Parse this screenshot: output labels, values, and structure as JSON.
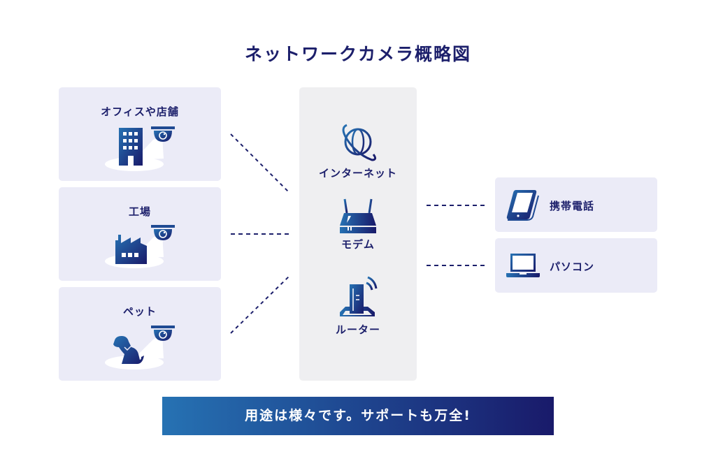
{
  "title": "ネットワークカメラ概略図",
  "colors": {
    "navy": "#1c1f6b",
    "card_bg": "#ebebf7",
    "center_bg": "#efeff1",
    "icon_gradient_start": "#2672b3",
    "icon_gradient_end": "#191a6a"
  },
  "locations": [
    {
      "label": "オフィスや店舗",
      "icon": "office-building-icon"
    },
    {
      "label": "工場",
      "icon": "factory-icon"
    },
    {
      "label": "ペット",
      "icon": "dog-icon"
    }
  ],
  "network": [
    {
      "label": "インターネット",
      "icon": "globe-icon"
    },
    {
      "label": "モデム",
      "icon": "modem-icon"
    },
    {
      "label": "ルーター",
      "icon": "router-icon"
    }
  ],
  "devices": [
    {
      "label": "携帯電話",
      "icon": "smartphone-icon"
    },
    {
      "label": "パソコン",
      "icon": "laptop-icon"
    }
  ],
  "banner": "用途は様々です。サポートも万全!"
}
